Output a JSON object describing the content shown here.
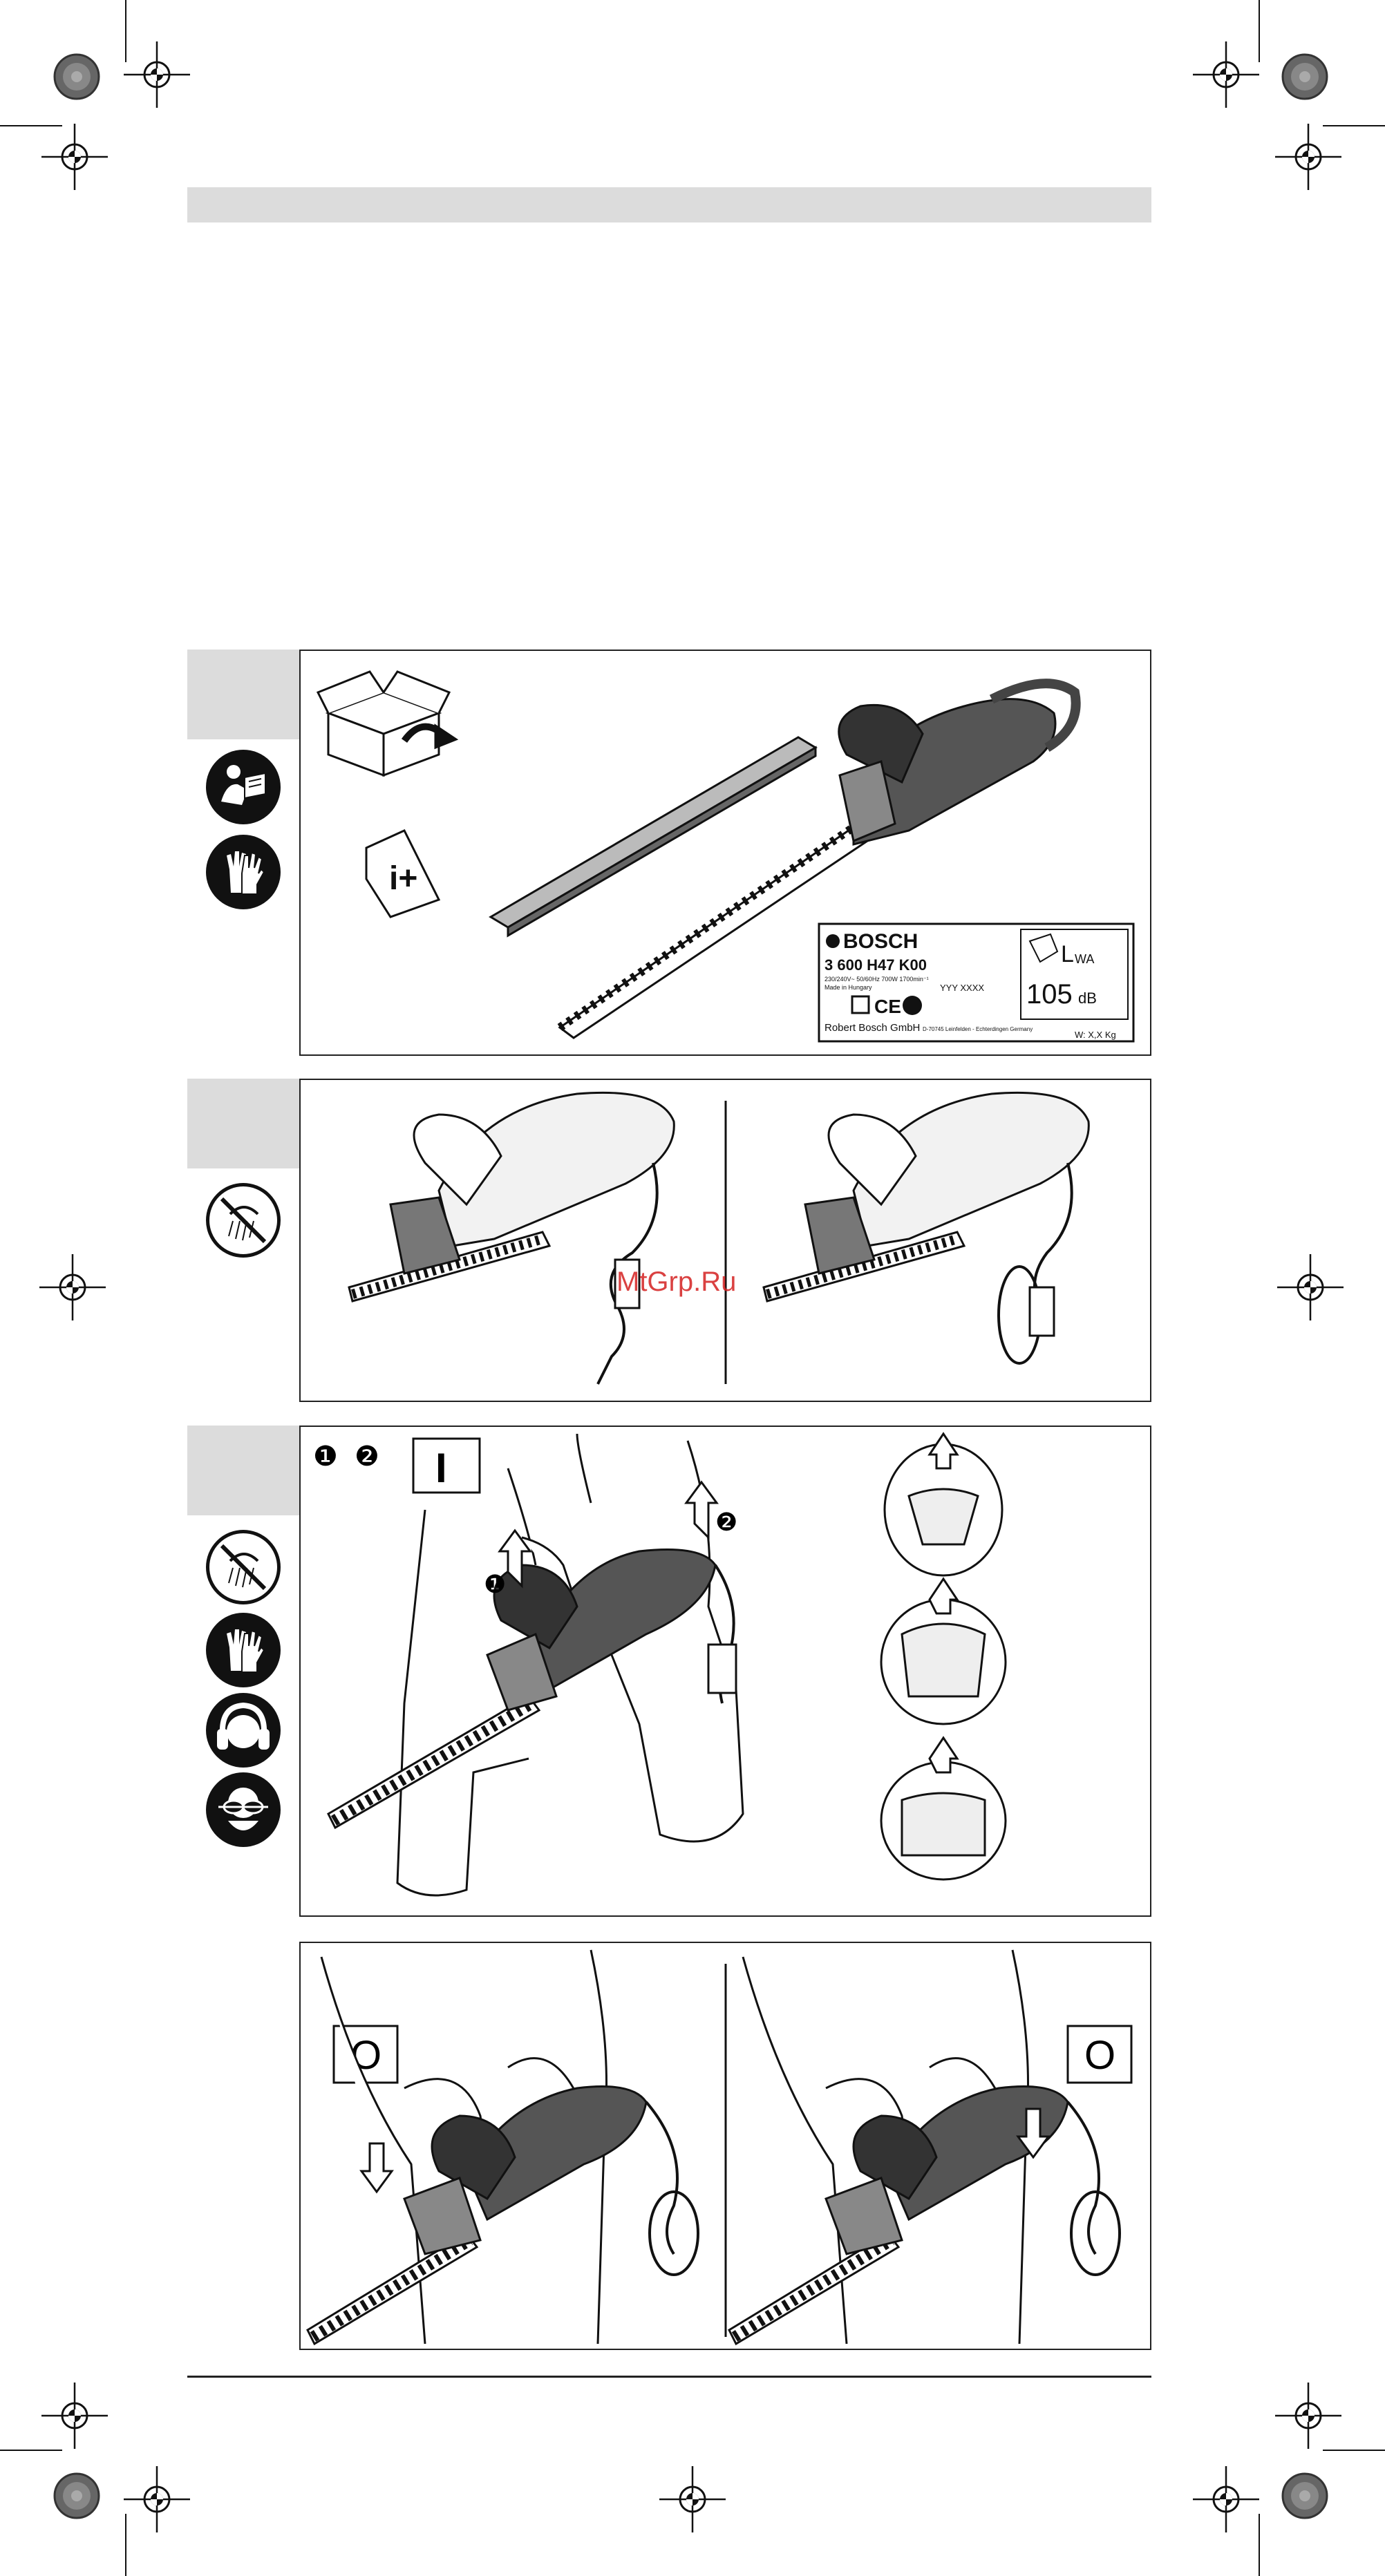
{
  "page": {
    "watermark": "MtGrp.Ru"
  },
  "panel1": {
    "info_icon_label": "i+",
    "label_plate": {
      "brand": "BOSCH",
      "model": "3 600 H47 K00",
      "specs": "230/240V~ 50/60Hz  700W  1700min⁻¹",
      "made_in": "Made in Hungary",
      "date_code": "YYY  XXXX",
      "manufacturer": "Robert Bosch GmbH",
      "address": "D-70745 Leinfelden - Echterdingen Germany",
      "weight": "W: X,X Kg",
      "ce_mark": "CE",
      "lwa_label": "L",
      "lwa_sub": "WA",
      "sound_value": "105",
      "sound_unit": "dB"
    }
  },
  "panel3": {
    "step1": "❶",
    "step2": "❷",
    "switch_on_symbol": "I",
    "arrow_label_1": "❶",
    "arrow_label_2": "❷"
  },
  "panel4": {
    "switch_off_symbol_left": "O",
    "switch_off_symbol_right": "O"
  },
  "colors": {
    "tab_gray": "#dcdcdc",
    "ink": "#111111",
    "watermark_red": "#d42020"
  },
  "icons": [
    "reg-mark-icon",
    "color-wheel-icon",
    "read-manual-icon",
    "gloves-icon",
    "no-rain-icon",
    "ear-protection-icon",
    "eye-protection-icon"
  ]
}
